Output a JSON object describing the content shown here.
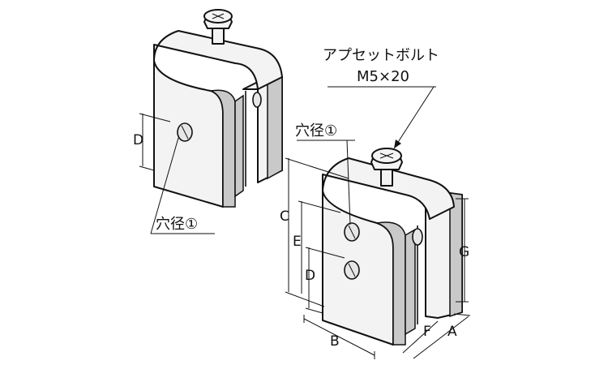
{
  "callout": {
    "bolt_name": "アプセットボルト",
    "bolt_size": "M5×20",
    "hole_left": "穴径①",
    "hole_right": "穴径①"
  },
  "dimensions": {
    "A": "A",
    "B": "B",
    "C": "C",
    "D_left": "D",
    "D_right": "D",
    "E": "E",
    "F": "F",
    "G": "G"
  }
}
